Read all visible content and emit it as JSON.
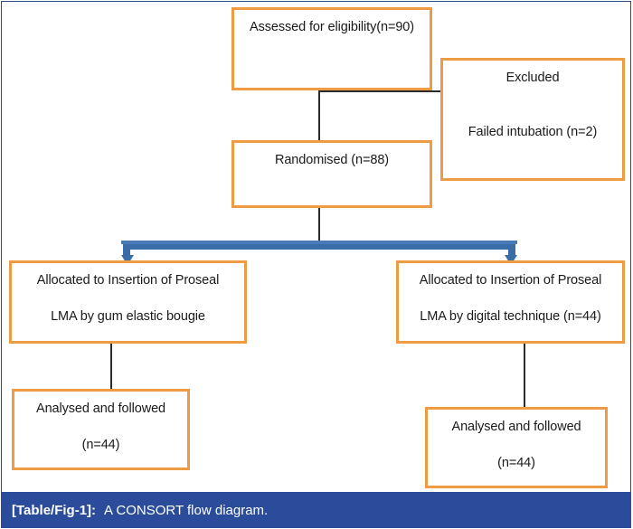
{
  "figure": {
    "caption_label": "[Table/Fig-1]:",
    "caption_text": "A CONSORT flow diagram.",
    "caption_bar_color": "#2b4c9b",
    "box_border_color": "#ef9b43",
    "connector_color": "#2b2b2b",
    "bracket_color": "#3a6ca8",
    "frame_color": "#2c4b80",
    "background_color": "#ffffff"
  },
  "nodes": {
    "assessed": {
      "line1": "Assessed for eligibility(n=90)"
    },
    "excluded": {
      "line1": "Excluded",
      "line2": "Failed intubation (n=2)"
    },
    "randomised": {
      "line1": "Randomised (n=88)"
    },
    "allocated_left": {
      "line1": "Allocated to Insertion of Proseal",
      "line2": "LMA by gum elastic bougie"
    },
    "allocated_right": {
      "line1": "Allocated to Insertion of Proseal",
      "line2": "LMA by digital technique (n=44)"
    },
    "analysed_left": {
      "line1": "Analysed and followed",
      "line2": "(n=44)"
    },
    "analysed_right": {
      "line1": "Analysed and followed",
      "line2": "(n=44)"
    }
  }
}
